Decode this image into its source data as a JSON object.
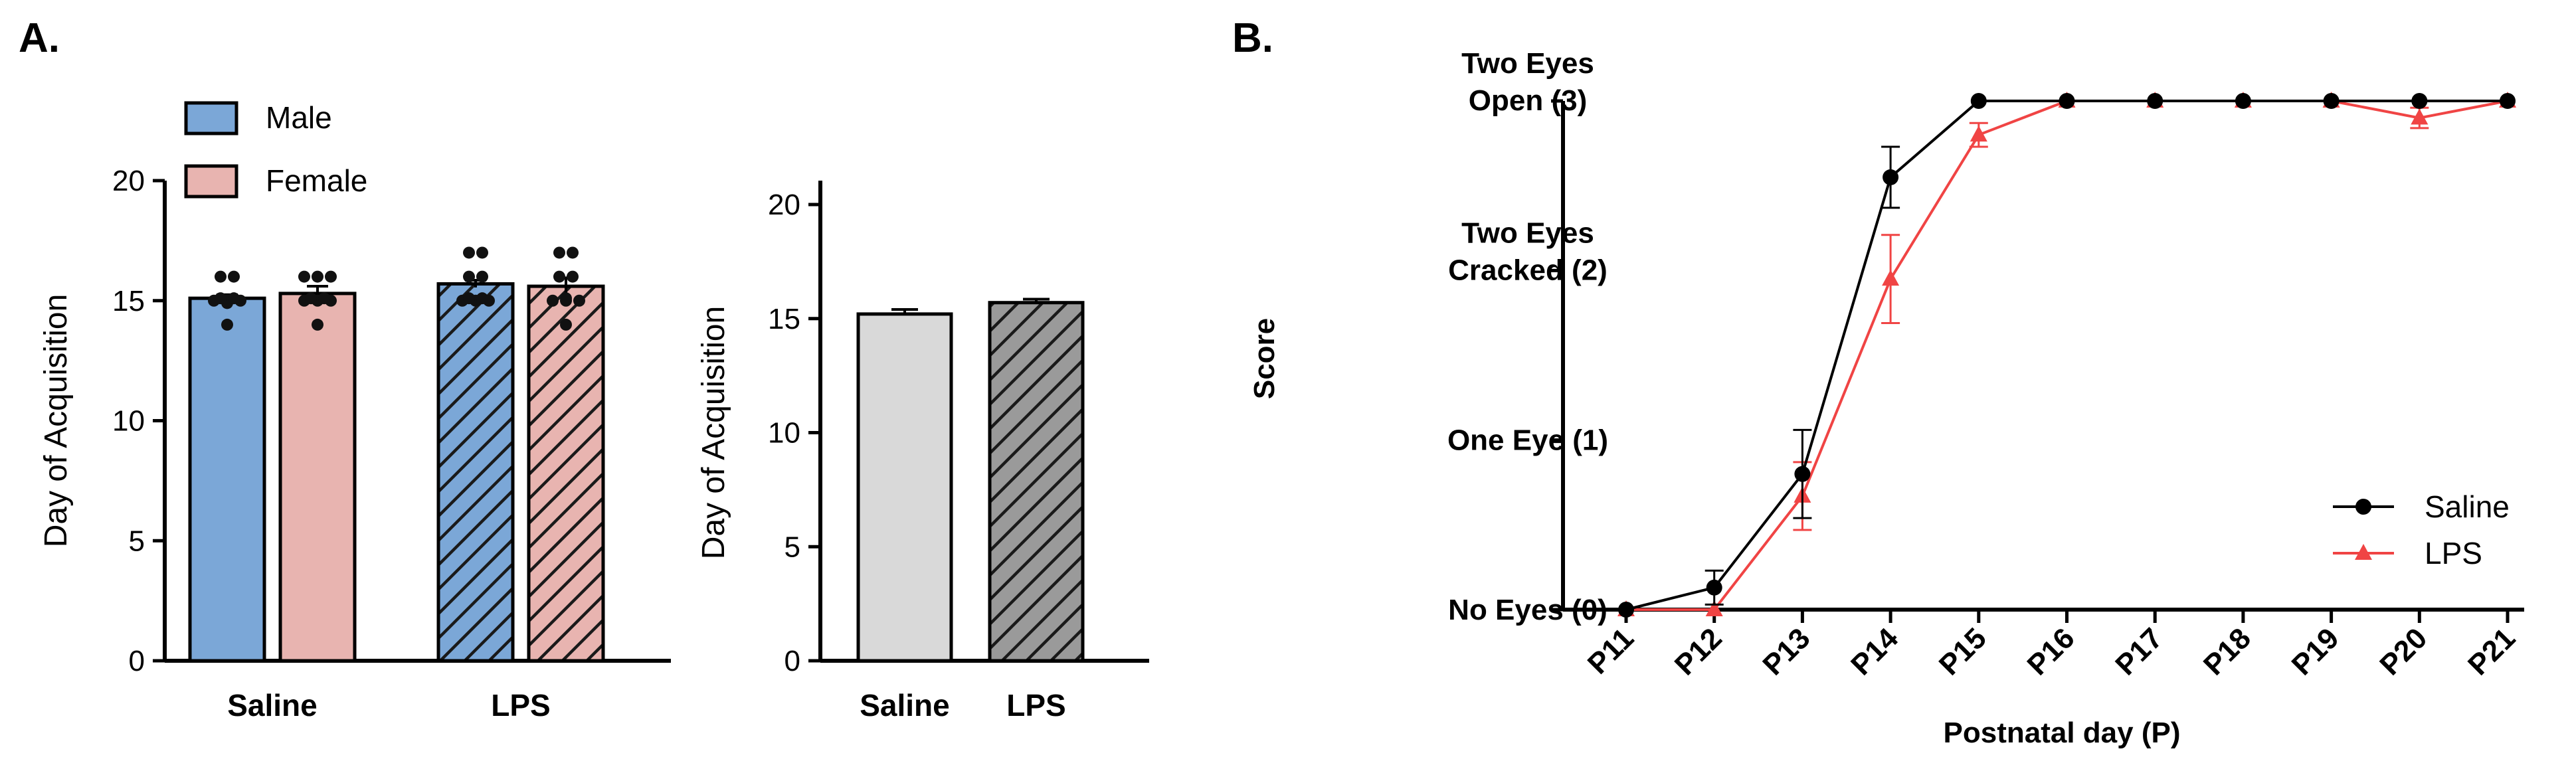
{
  "panels": {
    "a": "A.",
    "b": "B."
  },
  "chart_data": [
    {
      "type": "bar",
      "title": "",
      "ylabel": "Day of Acquisition",
      "ylim": [
        0,
        20
      ],
      "yticks": [
        0,
        5,
        10,
        15,
        20
      ],
      "categories": [
        "Saline",
        "LPS"
      ],
      "legend": {
        "placement": "top-left",
        "entries": [
          "Male",
          "Female"
        ]
      },
      "series": [
        {
          "name": "Male",
          "color": "#7ba7d7",
          "values": [
            15.1,
            15.7
          ],
          "sem": [
            0.15,
            0.15
          ],
          "points": [
            [
              14.9,
              15.0,
              15.0,
              15.0,
              15.1,
              15.1,
              16.0,
              16.0,
              14.0
            ],
            [
              15.0,
              15.0,
              15.0,
              15.1,
              15.1,
              16.0,
              16.0,
              17.0,
              17.0
            ]
          ]
        },
        {
          "name": "Female",
          "color": "#e8b4b0",
          "values": [
            15.3,
            15.6
          ],
          "sem": [
            0.3,
            0.35
          ],
          "points": [
            [
              15.0,
              15.0,
              15.0,
              15.1,
              15.1,
              16.0,
              16.0,
              16.0,
              14.0
            ],
            [
              15.0,
              15.0,
              15.0,
              15.1,
              16.0,
              16.0,
              17.0,
              17.0,
              14.0
            ]
          ]
        }
      ],
      "pattern": {
        "Saline": "solid",
        "LPS": "hatched"
      }
    },
    {
      "type": "bar",
      "title": "",
      "ylabel": "Day of Acquisition",
      "ylim": [
        0,
        20
      ],
      "yticks": [
        0,
        5,
        10,
        15,
        20
      ],
      "categories": [
        "Saline",
        "LPS"
      ],
      "values": [
        15.2,
        15.7
      ],
      "sem": [
        0.2,
        0.15
      ],
      "colors": [
        "#d9d9d9",
        "#9a9a9a"
      ],
      "pattern": {
        "Saline": "solid",
        "LPS": "hatched"
      }
    },
    {
      "type": "line",
      "title": "",
      "xlabel": "Postnatal day (P)",
      "ylabel": "Score",
      "ylim": [
        0,
        3
      ],
      "yticks": [
        {
          "value": 0,
          "label": "No Eyes (0)"
        },
        {
          "value": 1,
          "label": "One Eye (1)"
        },
        {
          "value": 2,
          "label": [
            "Two Eyes",
            "Cracked (2)"
          ]
        },
        {
          "value": 3,
          "label": [
            "Two Eyes",
            "Open (3)"
          ]
        }
      ],
      "categories": [
        "P11",
        "P12",
        "P13",
        "P14",
        "P15",
        "P16",
        "P17",
        "P18",
        "P19",
        "P20",
        "P21"
      ],
      "legend": {
        "placement": "bottom-right",
        "entries": [
          "Saline",
          "LPS"
        ]
      },
      "series": [
        {
          "name": "Saline",
          "color": "#000000",
          "marker": "circle",
          "values": [
            0,
            0.13,
            0.8,
            2.55,
            3,
            3,
            3,
            3,
            3,
            3,
            3
          ],
          "err": [
            0,
            0.1,
            0.26,
            0.18,
            0,
            0,
            0,
            0,
            0,
            0,
            0
          ]
        },
        {
          "name": "LPS",
          "color": "#f04444",
          "marker": "triangle",
          "values": [
            0,
            0,
            0.67,
            1.95,
            2.8,
            3,
            3,
            3,
            3,
            2.9,
            3
          ],
          "err": [
            0,
            0,
            0.2,
            0.26,
            0.07,
            0,
            0,
            0,
            0,
            0.06,
            0
          ]
        }
      ]
    }
  ]
}
